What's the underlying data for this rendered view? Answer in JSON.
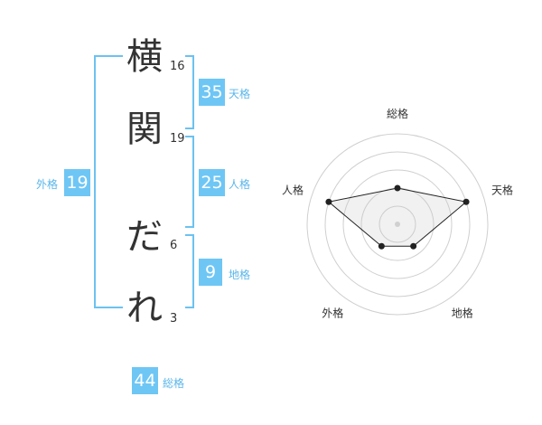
{
  "name": {
    "characters": [
      {
        "char": "横",
        "strokes": "16"
      },
      {
        "char": "関",
        "strokes": "19"
      },
      {
        "char": "だ",
        "strokes": "6"
      },
      {
        "char": "れ",
        "strokes": "3"
      }
    ]
  },
  "kakusu": {
    "tenkaku": {
      "value": "35",
      "label": "天格"
    },
    "jinkaku": {
      "value": "25",
      "label": "人格"
    },
    "chikaku": {
      "value": "9",
      "label": "地格"
    },
    "gaikaku": {
      "value": "19",
      "label": "外格"
    },
    "soukaku": {
      "value": "44",
      "label": "総格"
    }
  },
  "chart_data": {
    "type": "radar",
    "axes": [
      "総格",
      "天格",
      "地格",
      "外格",
      "人格"
    ],
    "values": [
      2,
      4,
      1.5,
      1.5,
      4
    ],
    "max": 5,
    "rings": 5
  },
  "colors": {
    "accent": "#6ec6f5",
    "bracket": "#6cc2f0",
    "label": "#5ab6ea"
  }
}
